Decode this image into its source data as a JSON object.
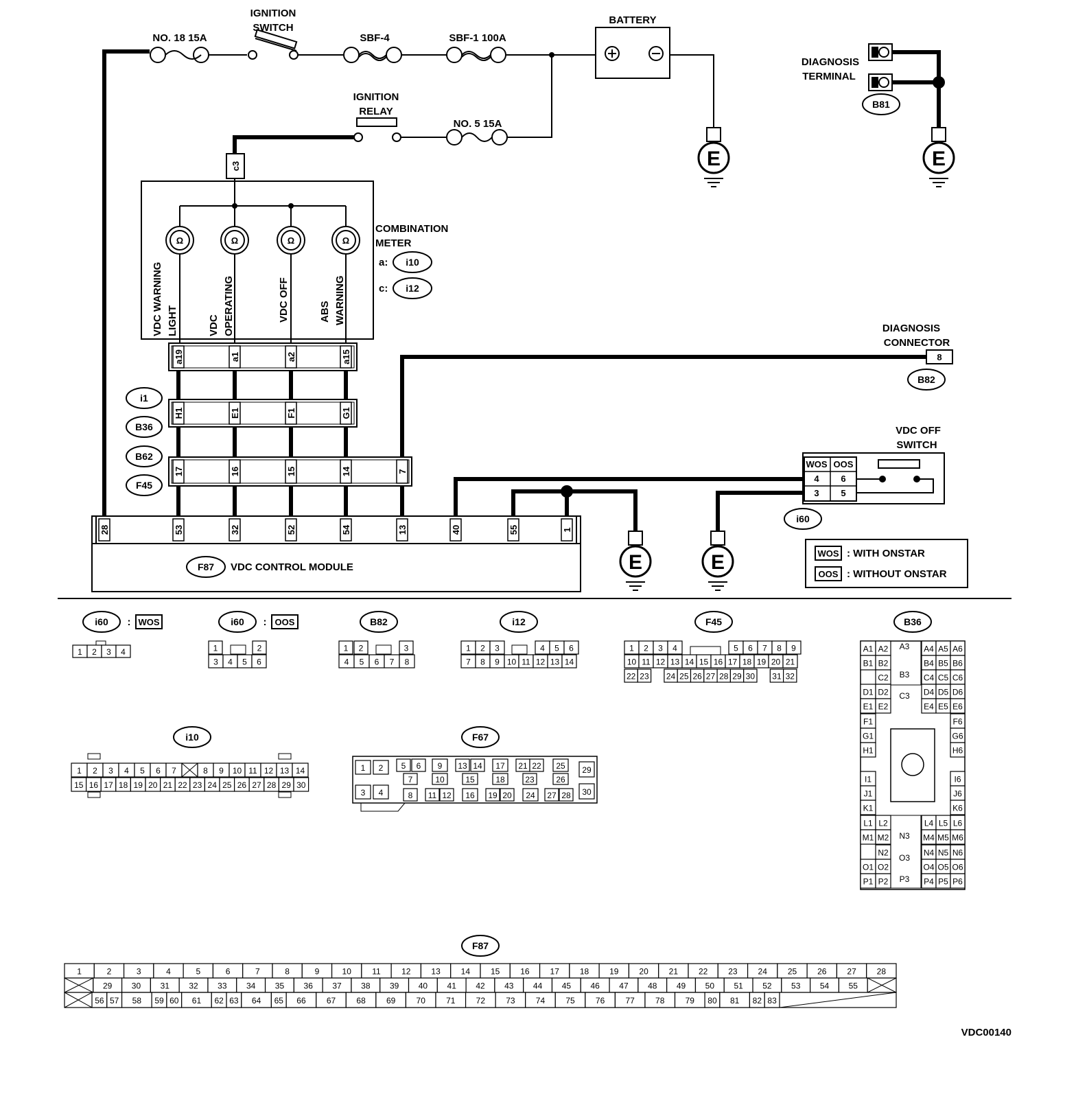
{
  "components": {
    "fuse_no18": "NO. 18 15A",
    "ignition_switch": [
      "IGNITION",
      "SWITCH"
    ],
    "sbf4": "SBF-4",
    "sbf1": "SBF-1 100A",
    "battery": "BATTERY",
    "ignition_relay": [
      "IGNITION",
      "RELAY"
    ],
    "fuse_no5": "NO. 5 15A",
    "diagnosis_terminal": [
      "DIAGNOSIS",
      "TERMINAL"
    ],
    "diagnosis_terminal_conn": "B81",
    "combination_meter": [
      "COMBINATION",
      "METER"
    ],
    "meter_conn_a_prefix": "a:",
    "meter_conn_a": "i10",
    "meter_conn_c_prefix": "c:",
    "meter_conn_c": "i12",
    "meter_c_pin": "c3",
    "lamps": [
      {
        "name": [
          "VDC WARNING",
          "LIGHT"
        ],
        "pin": "a19",
        "i1_pin": "H1",
        "f45_pin": "17",
        "f87_pin": "53"
      },
      {
        "name": [
          "VDC",
          "OPERATING"
        ],
        "pin": "a1",
        "i1_pin": "E1",
        "f45_pin": "16",
        "f87_pin": "32"
      },
      {
        "name": [
          "VDC OFF"
        ],
        "pin": "a2",
        "i1_pin": "F1",
        "f45_pin": "15",
        "f87_pin": "52"
      },
      {
        "name": [
          "ABS",
          "WARNING"
        ],
        "pin": "a15",
        "i1_pin": "G1",
        "f45_pin": "14",
        "f87_pin": "54"
      }
    ],
    "intermediate_conns": [
      "i1",
      "B36",
      "B62",
      "F45"
    ],
    "f45_extra_pin": "7",
    "diagnosis_connector": [
      "DIAGNOSIS",
      "CONNECTOR"
    ],
    "diagnosis_connector_pin": "8",
    "diagnosis_connector_conn": "B82",
    "vdc_off_switch": [
      "VDC OFF",
      "SWITCH"
    ],
    "switch_headers": [
      "WOS",
      "OOS"
    ],
    "switch_pins": [
      [
        "4",
        "6"
      ],
      [
        "3",
        "5"
      ]
    ],
    "switch_conn": "i60",
    "ground_label": "E",
    "module_conn": "F87",
    "module_name": "VDC CONTROL MODULE",
    "module_pins": [
      "28",
      "53",
      "32",
      "52",
      "54",
      "13",
      "40",
      "55",
      "1"
    ],
    "legend": [
      {
        "tag": "WOS",
        "text": ": WITH ONSTAR"
      },
      {
        "tag": "OOS",
        "text": ": WITHOUT ONSTAR"
      }
    ]
  },
  "connector_views": {
    "i60_wos": {
      "name": "i60",
      "sep": ":",
      "tag": "WOS",
      "rows": [
        [
          "1",
          "2",
          "3",
          "4"
        ]
      ]
    },
    "i60_oos": {
      "name": "i60",
      "sep": ":",
      "tag": "OOS",
      "rows": [
        [
          "1",
          "",
          "2"
        ],
        [
          "3",
          "4",
          "5",
          "6"
        ]
      ]
    },
    "b82": {
      "name": "B82",
      "rows": [
        [
          "1",
          "2",
          "",
          "3"
        ],
        [
          "4",
          "5",
          "6",
          "7",
          "8"
        ]
      ]
    },
    "i12": {
      "name": "i12",
      "rows": [
        [
          "1",
          "2",
          "3",
          "",
          "4",
          "5",
          "6"
        ],
        [
          "7",
          "8",
          "9",
          "10",
          "11",
          "12",
          "13",
          "14"
        ]
      ]
    },
    "f45": {
      "name": "F45",
      "rows": [
        [
          "1",
          "2",
          "3",
          "4",
          "",
          "5",
          "6",
          "7",
          "8",
          "9"
        ],
        [
          "10",
          "11",
          "12",
          "13",
          "14",
          "15",
          "16",
          "17",
          "18",
          "19",
          "20",
          "21"
        ],
        [
          "22",
          "23",
          "",
          "24",
          "25",
          "26",
          "27",
          "28",
          "29",
          "30",
          "",
          "31",
          "32"
        ]
      ]
    },
    "b36": {
      "name": "B36",
      "left": [
        [
          "A1",
          "A2"
        ],
        [
          "B1",
          "B2"
        ],
        [
          "",
          "C2"
        ],
        [
          "D1",
          "D2"
        ],
        [
          "E1",
          "E2"
        ],
        [
          "F1"
        ],
        [
          "G1"
        ],
        [
          "H1"
        ],
        [
          "I1"
        ],
        [
          "J1"
        ],
        [
          "K1"
        ],
        [
          "L1",
          "L2"
        ],
        [
          "M1",
          "M2"
        ],
        [
          "",
          "N2"
        ],
        [
          "O1",
          "O2"
        ],
        [
          "P1",
          "P2"
        ]
      ],
      "right": [
        [
          "A4",
          "A5",
          "A6"
        ],
        [
          "B4",
          "B5",
          "B6"
        ],
        [
          "C4",
          "C5",
          "C6"
        ],
        [
          "D4",
          "D5",
          "D6"
        ],
        [
          "E4",
          "E5",
          "E6"
        ],
        [
          "F6"
        ],
        [
          "G6"
        ],
        [
          "H6"
        ],
        [
          "I6"
        ],
        [
          "J6"
        ],
        [
          "K6"
        ],
        [
          "L4",
          "L5",
          "L6"
        ],
        [
          "M4",
          "M5",
          "M6"
        ],
        [
          "N4",
          "N5",
          "N6"
        ],
        [
          "O4",
          "O5",
          "O6"
        ],
        [
          "P4",
          "P5",
          "P6"
        ]
      ],
      "center": [
        "A3",
        "B3",
        "C3",
        "N3",
        "O3",
        "P3"
      ]
    },
    "i10": {
      "name": "i10",
      "rows": [
        [
          "1",
          "2",
          "3",
          "4",
          "5",
          "6",
          "7",
          "",
          "8",
          "9",
          "10",
          "11",
          "12",
          "13",
          "14"
        ],
        [
          "15",
          "16",
          "17",
          "18",
          "19",
          "20",
          "21",
          "22",
          "23",
          "24",
          "25",
          "26",
          "27",
          "28",
          "29",
          "30"
        ]
      ]
    },
    "f67": {
      "name": "F67",
      "pins": [
        "1",
        "2",
        "3",
        "4",
        "5",
        "6",
        "7",
        "8",
        "9",
        "10",
        "11",
        "12",
        "13",
        "14",
        "15",
        "16",
        "17",
        "18",
        "19",
        "20",
        "21",
        "22",
        "23",
        "24",
        "25",
        "26",
        "27",
        "28",
        "29",
        "30"
      ]
    },
    "f87": {
      "name": "F87",
      "row1": [
        "1",
        "2",
        "3",
        "4",
        "5",
        "6",
        "7",
        "8",
        "9",
        "10",
        "11",
        "12",
        "13",
        "14",
        "15",
        "16",
        "17",
        "18",
        "19",
        "20",
        "21",
        "22",
        "23",
        "24",
        "25",
        "26",
        "27",
        "28"
      ],
      "row2": [
        "29",
        "30",
        "31",
        "32",
        "33",
        "34",
        "35",
        "36",
        "37",
        "38",
        "39",
        "40",
        "41",
        "42",
        "43",
        "44",
        "45",
        "46",
        "47",
        "48",
        "49",
        "50",
        "51",
        "52",
        "53",
        "54",
        "55"
      ],
      "row3": [
        "56",
        "57",
        "58",
        "59",
        "60",
        "61",
        "62",
        "63",
        "64",
        "65",
        "66",
        "67",
        "68",
        "69",
        "70",
        "71",
        "72",
        "73",
        "74",
        "75",
        "76",
        "77",
        "78",
        "79",
        "80",
        "81",
        "82",
        "83"
      ]
    }
  },
  "figure_code": "VDC00140"
}
